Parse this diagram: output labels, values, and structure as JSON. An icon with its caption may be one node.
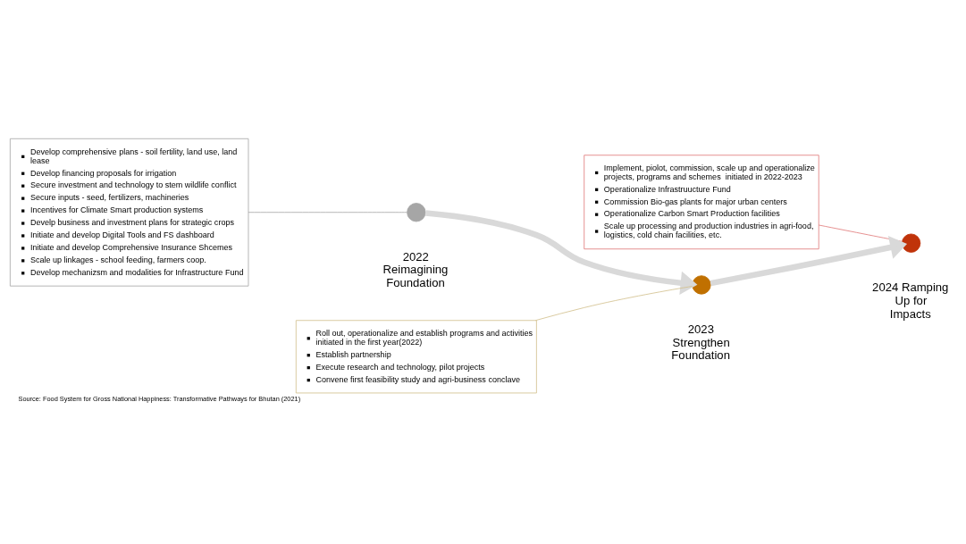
{
  "diagram": {
    "caption": "Source: Food System for Gross National Happiness: Transformative Pathways for Bhutan (2021)",
    "nodes": [
      {
        "text": [
          "Implement, piolot, commission, scale up and operationalize projects, programs and schemes  initiated in 2022-2023",
          "Operationalize Infrastruucture Fund",
          "Commission Bio-gas plants for major urban centers",
          "Operationalize Carbon Smart Production facilities",
          "Scale up processing and production industries in agri-food, logistics, cold chain facilities, etc."
        ]
      },
      {
        "text": [
          "Develop comprehensive plans - soil fertility, land use, land lease",
          "Develop financing proposals for irrigation",
          "Secure investment and technology to stem wildlife conflict",
          "Secure inputs - seed, fertilizers, machineries",
          "Incentives for Climate Smart production systems",
          "Develp business and investment plans for strategic crops",
          "Initiate and develop Digital Tools and FS dashboard",
          "Initiate and develop Comprehensive Insurance Shcemes",
          "Scale up linkages - school feeding, farmers coop.",
          "Develop mechanizsm and modalities for Infrastructure Fund"
        ]
      },
      {
        "text": [],
        "shape": "circle",
        "beside": [
          "2024 Ramping Up for Impacts"
        ]
      },
      {
        "text": [],
        "shape": "circle",
        "beside": [
          "2023 Strengthen Foundation"
        ]
      },
      {
        "text": [],
        "shape": "circle",
        "beside": [
          "2022 Reimagining Foundation"
        ]
      },
      {
        "text": [
          "Roll out, operationalize and establish programs and activities initiated in the first year(2022)",
          "Establish partnership",
          "Execute research and technology, pilot projects",
          "Convene first feasibility study and agri-business conclave"
        ]
      }
    ],
    "edges": [
      {
        "from": 0,
        "to": 2,
        "arrow": "none",
        "color": "#e07a7a"
      },
      {
        "from": 1,
        "to": 4,
        "arrow": "none",
        "color": "#a6a6a6"
      },
      {
        "from": 5,
        "to": 3,
        "arrow": "none",
        "color": "#d2bf8c"
      },
      {
        "from": 4,
        "to": 3,
        "arrow": "to",
        "style": "thick",
        "color": "#d9d9d9"
      },
      {
        "from": 3,
        "to": 2,
        "arrow": "to",
        "style": "thick",
        "color": "#d9d9d9"
      }
    ]
  }
}
